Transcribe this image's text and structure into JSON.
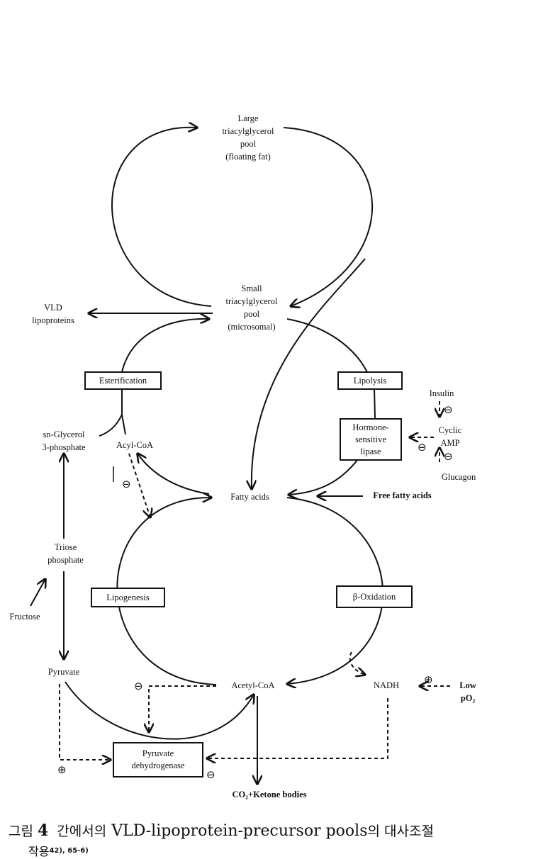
{
  "nodes": {
    "large_pool": [
      "Large",
      "triacylglycerol",
      "pool",
      "(floating fat)"
    ],
    "small_pool": [
      "Small",
      "triacylglycerol",
      "pool",
      "(microsomal)"
    ],
    "vld": [
      "VLD",
      "lipoproteins"
    ],
    "glycerol3p": [
      "sn-Glycerol",
      "3-phosphate"
    ],
    "acyl_coa": "Acyl-CoA",
    "fatty_acids": "Fatty acids",
    "free_fatty_acids": "Free fatty acids",
    "triose_phosphate": [
      "Triose",
      "phosphate"
    ],
    "fructose": "Fructose",
    "pyruvate": "Pyruvate",
    "acetyl_coa": "Acetyl-CoA",
    "nadh": "NADH",
    "low_o2": [
      "Low",
      "pO₂"
    ],
    "co2_ketone": "CO₂+Ketone bodies",
    "insulin": "Insulin",
    "cyclic_amp": [
      "Cyclic",
      "AMP"
    ],
    "glucagon": "Glucagon"
  },
  "boxes": {
    "esterification": "Esterification",
    "lipolysis": "Lipolysis",
    "hormone_sensitive_lipase": [
      "Hormone-",
      "sensitive",
      "lipase"
    ],
    "lipogenesis": "Lipogenesis",
    "beta_oxidation": "β-Oxidation",
    "pyruvate_dehydrogenase": [
      "Pyruvate",
      "dehydrogenase"
    ]
  },
  "signs": {
    "inhibit": "⊖",
    "activate": "⊕"
  },
  "caption": {
    "prefix": "그림",
    "number": "4",
    "text_ko1": "간에서의",
    "text_en": "VLD-lipoprotein-precursor pools",
    "text_ko2": "의  대사조절",
    "line2": "작용",
    "refs": "42), 65-6)"
  }
}
